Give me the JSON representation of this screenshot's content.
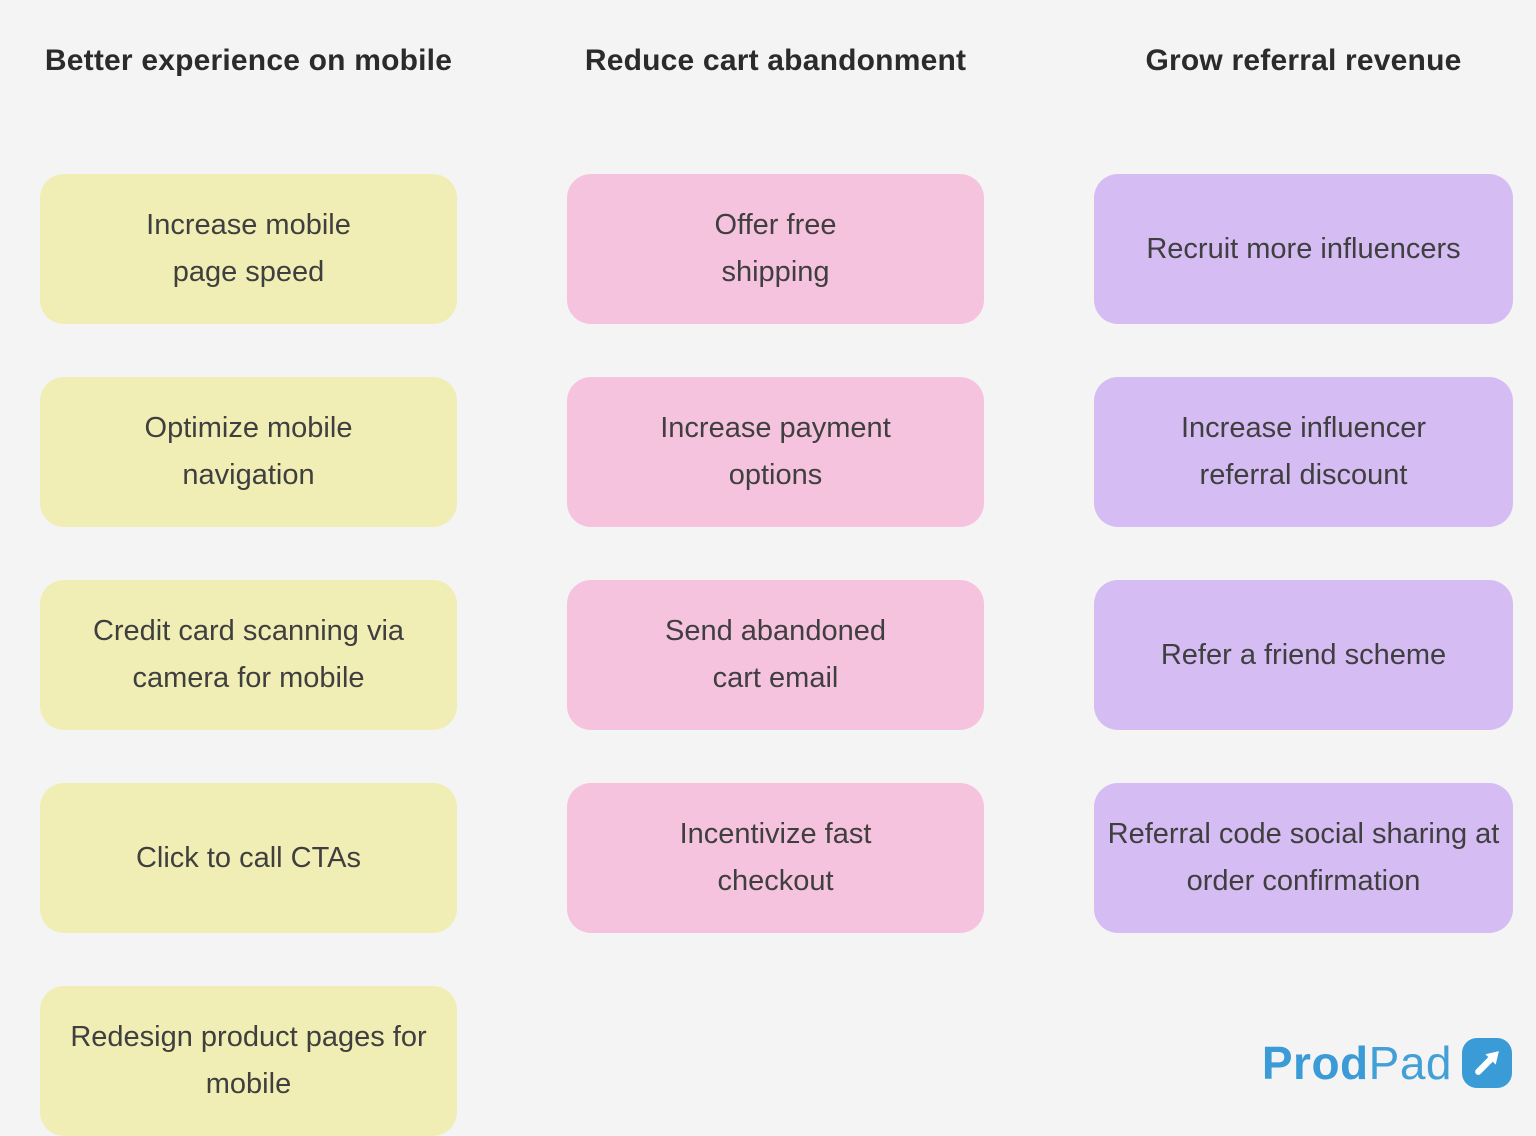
{
  "board": {
    "background": "#f4f4f5",
    "header_color": "#2b2b2b",
    "card_text_color": "#3f3f3f",
    "columns": [
      {
        "title": "Better experience on mobile",
        "card_color": "#f0eeb4",
        "cards": [
          "Increase mobile\npage speed",
          "Optimize mobile\nnavigation",
          "Credit card scanning via\ncamera for mobile",
          "Click to call CTAs",
          "Redesign product pages for\nmobile"
        ]
      },
      {
        "title": "Reduce cart abandonment",
        "card_color": "#f6c3df",
        "cards": [
          "Offer free\nshipping",
          "Increase payment\noptions",
          "Send abandoned\ncart email",
          "Incentivize fast\ncheckout"
        ]
      },
      {
        "title": "Grow referral revenue",
        "card_color": "#d5bcf2",
        "cards": [
          "Recruit more influencers",
          "Increase influencer\nreferral discount",
          "Refer a friend scheme",
          "Referral code social sharing at\norder confirmation"
        ]
      }
    ]
  },
  "logo": {
    "brand_bold": "Prod",
    "brand_light": "Pad",
    "color": "#3a9bd7",
    "icon": "arrow-up-right"
  }
}
